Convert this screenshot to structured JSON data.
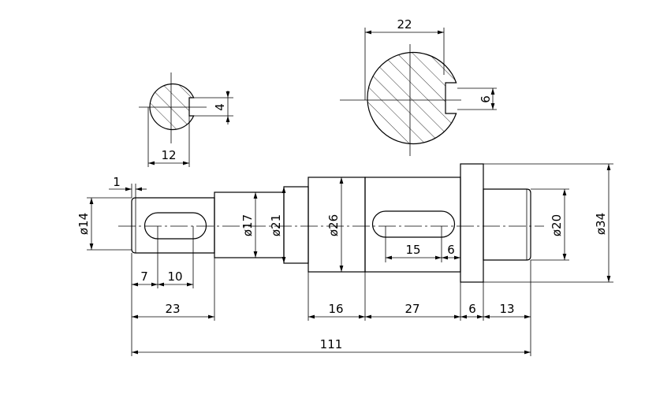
{
  "background": "#ffffff",
  "line_color": "#000000",
  "section_small": {
    "width_label": "12",
    "slot_label": "4"
  },
  "section_large": {
    "width_label": "22",
    "slot_label": "6"
  },
  "shaft": {
    "d14": "ø14",
    "d17": "ø17",
    "d21": "ø21",
    "d26": "ø26",
    "d20": "ø20",
    "d34": "ø34",
    "chamfer": "1",
    "key1_offset": "7",
    "key1_length": "10",
    "key2_length": "15",
    "key2_offset": "6",
    "len_23": "23",
    "len_16": "16",
    "len_27": "27",
    "len_6": "6",
    "len_13": "13",
    "total": "111"
  }
}
